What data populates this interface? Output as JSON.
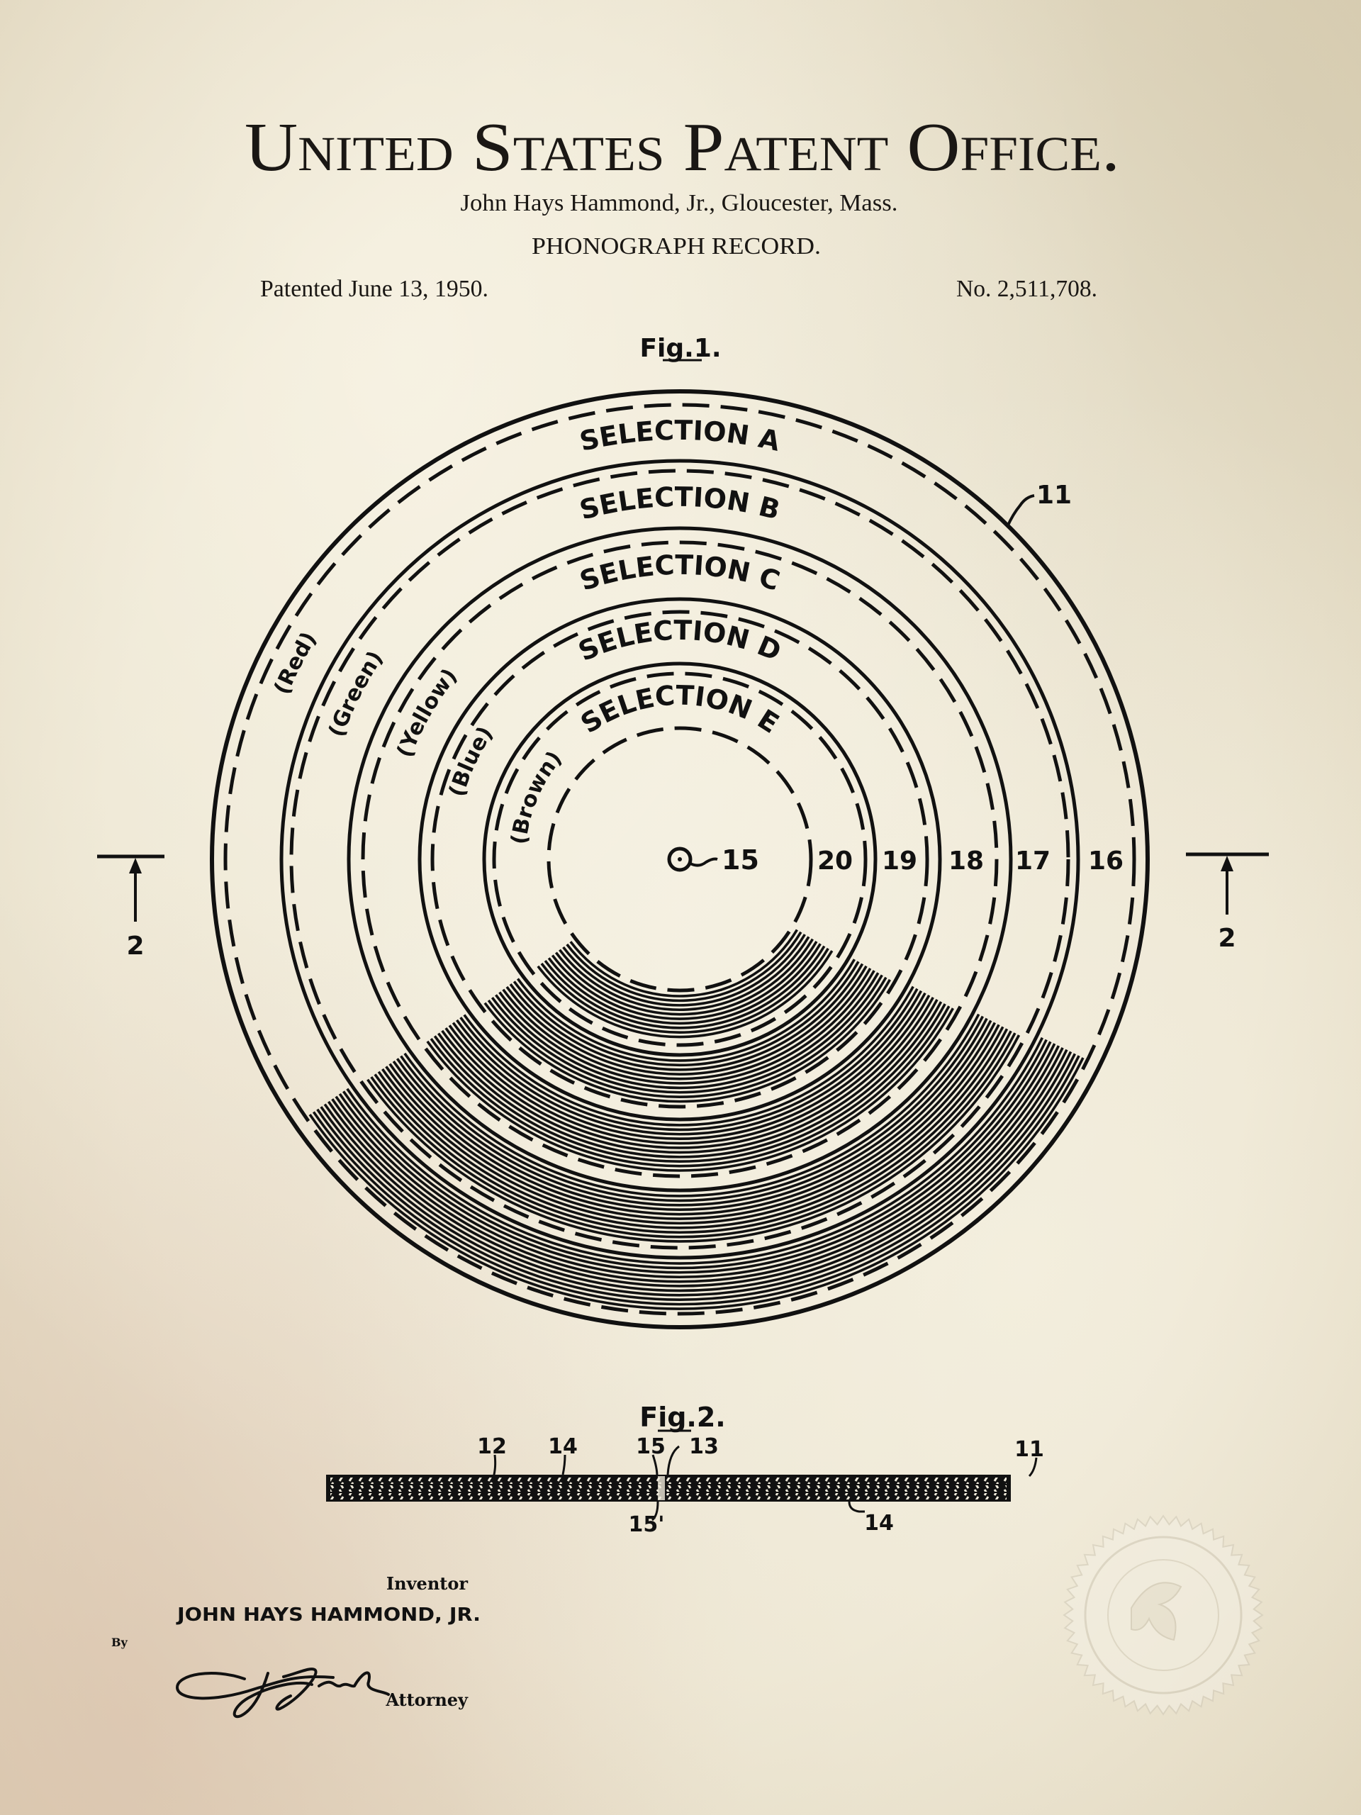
{
  "header": {
    "title": "United States Patent Office.",
    "inventor_line": "John Hays Hammond, Jr., Gloucester, Mass.",
    "invention_title": "PHONOGRAPH RECORD.",
    "patented_date": "Patented June 13, 1950.",
    "patent_number": "No. 2,511,708."
  },
  "fig1": {
    "label": "Fig.1.",
    "selections": [
      "SELECTION A",
      "SELECTION B",
      "SELECTION C",
      "SELECTION D",
      "SELECTION E"
    ],
    "colors": [
      "(Red)",
      "(Green)",
      "(Yellow)",
      "(Blue)",
      "(Brown)"
    ],
    "refs": {
      "center": "15",
      "r20": "20",
      "r19": "19",
      "r18": "18",
      "r17": "17",
      "r16": "16",
      "outer": "11"
    },
    "section_marker_left": "2",
    "section_marker_right": "2"
  },
  "fig2": {
    "label": "Fig.2.",
    "refs": {
      "a": "12",
      "b": "14",
      "c": "15",
      "d": "13",
      "e": "11",
      "f": "15'",
      "g": "14"
    }
  },
  "signature_block": {
    "inventor_label": "Inventor",
    "inventor_name": "JOHN HAYS HAMMOND, JR.",
    "by_label": "By",
    "attorney_label": "Attorney"
  }
}
